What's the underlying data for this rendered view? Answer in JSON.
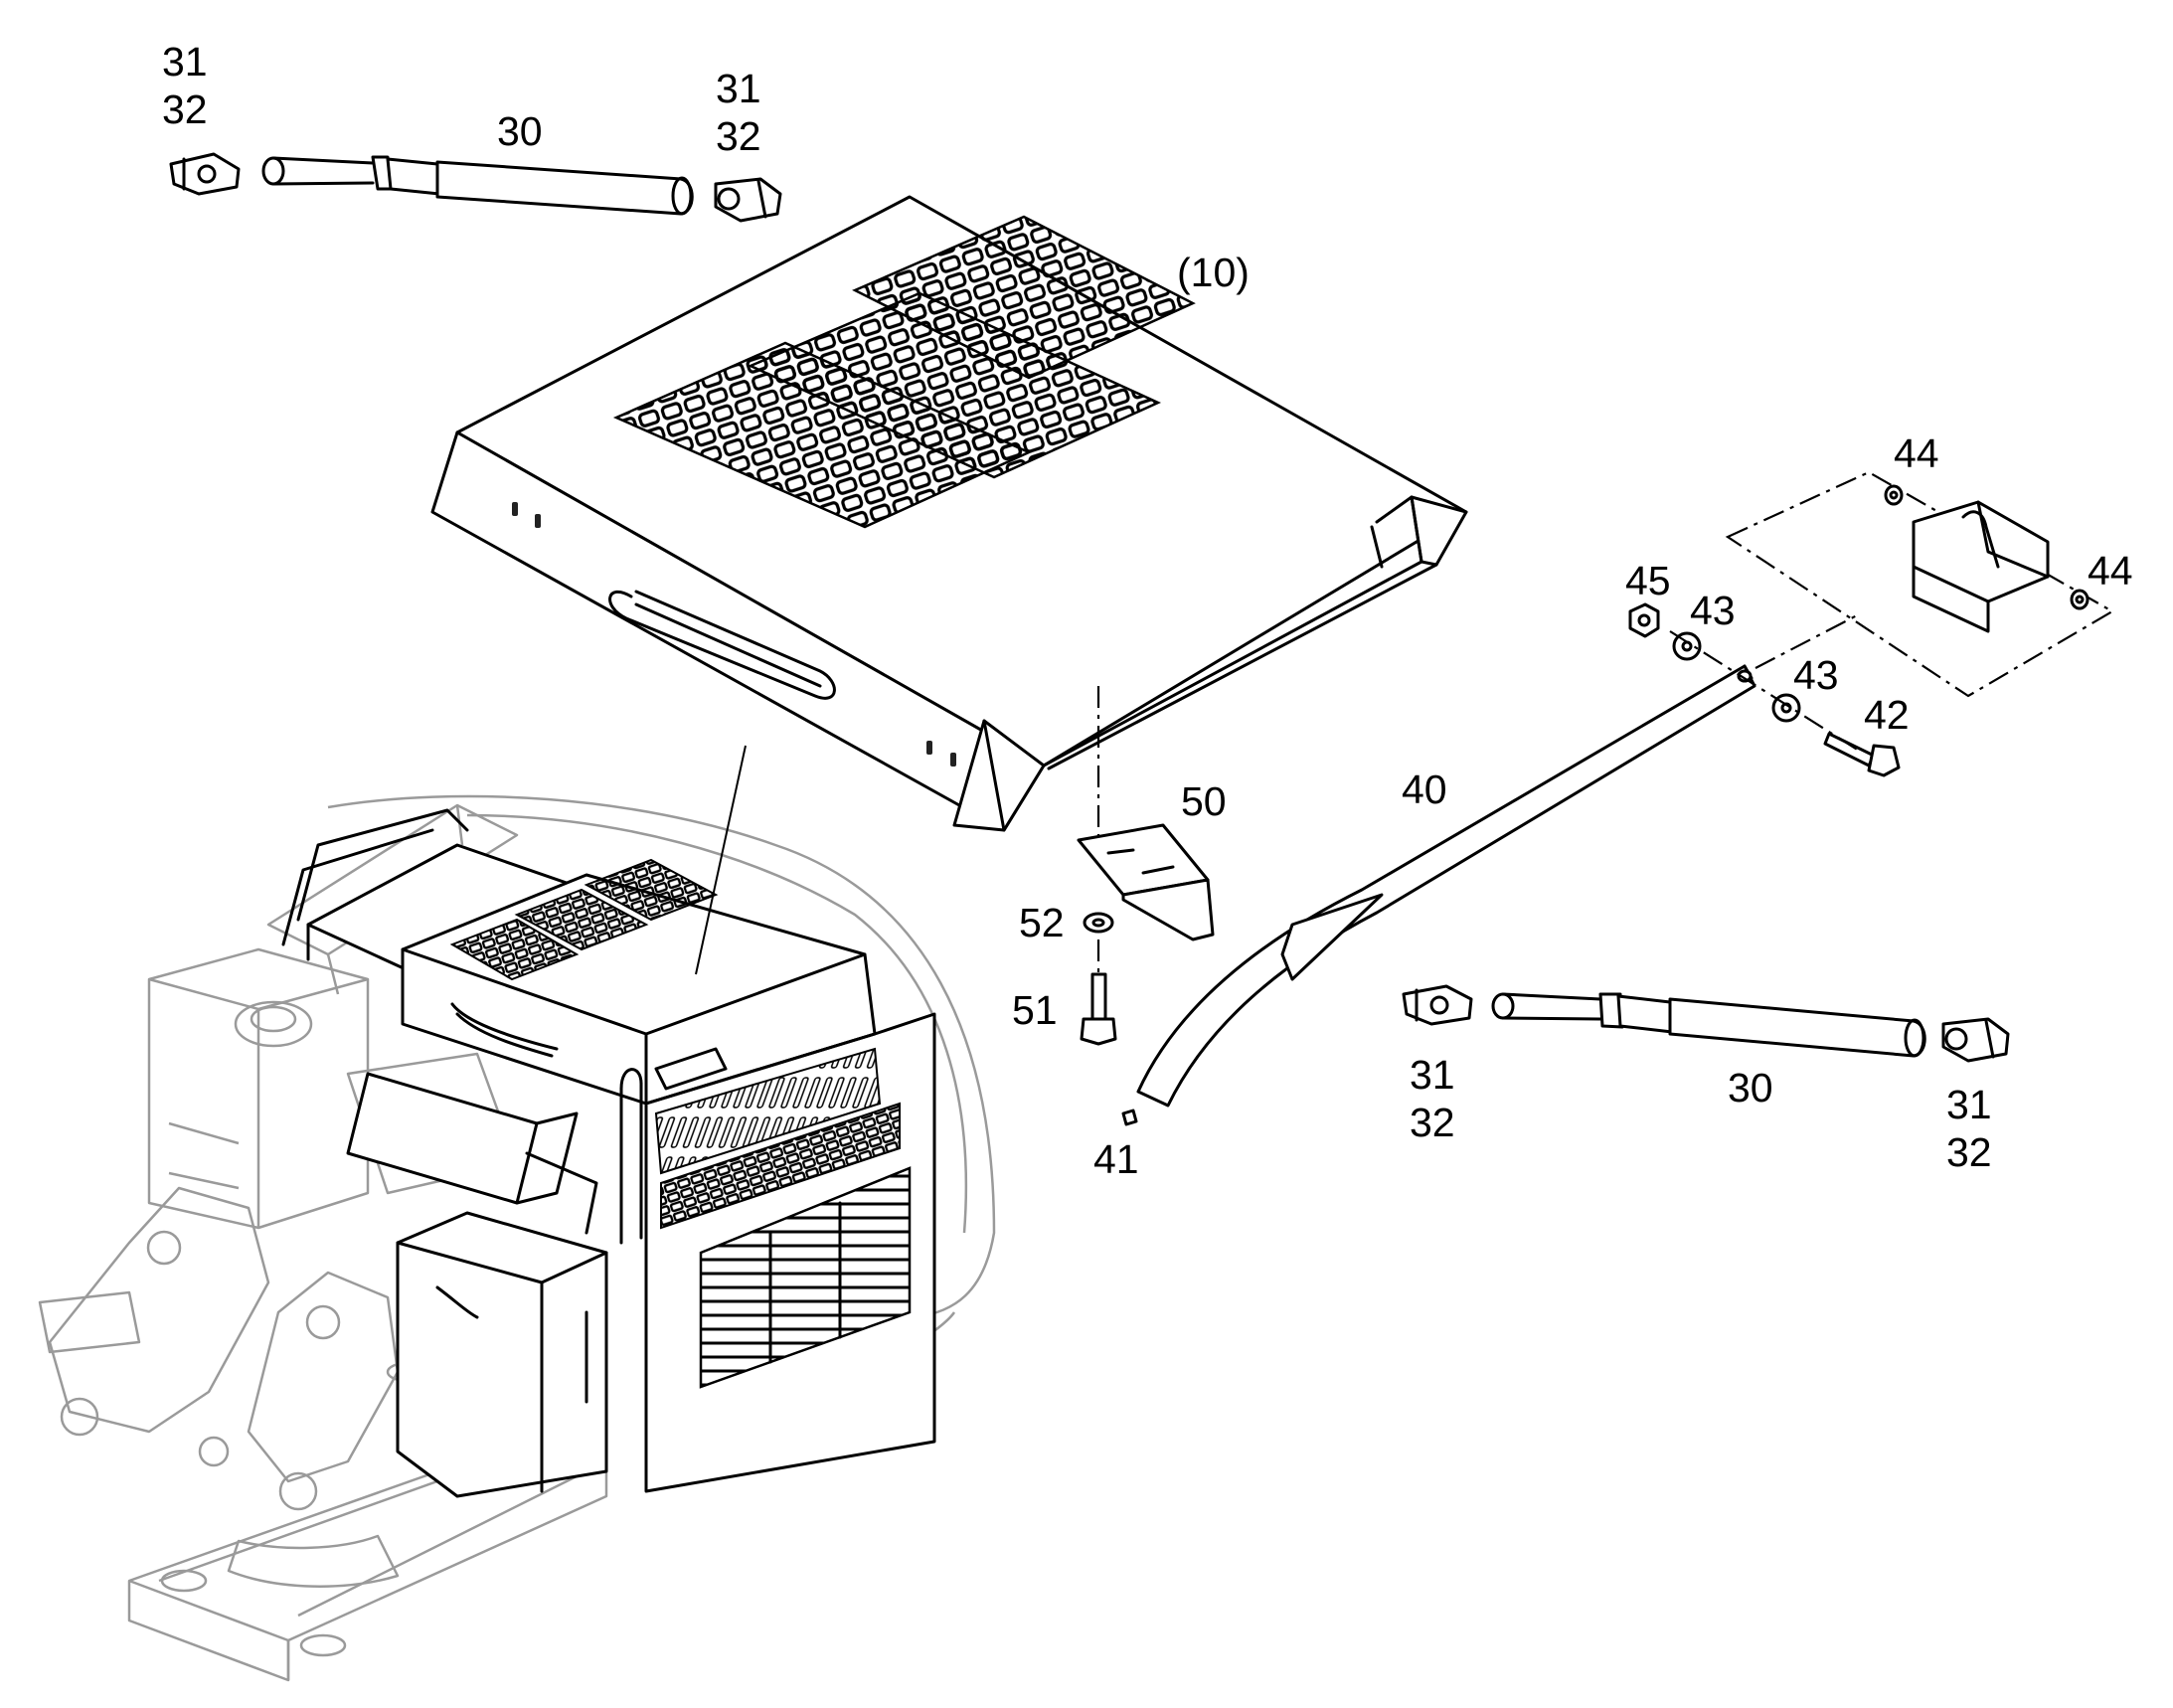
{
  "diagram": {
    "labels": {
      "cover_ref": "(10)",
      "p30_top": "30",
      "p31_tl": "31",
      "p32_tl": "32",
      "p31_tr": "31",
      "p32_tr": "32",
      "p44_a": "44",
      "p44_b": "44",
      "p45": "45",
      "p43_a": "43",
      "p43_b": "43",
      "p42": "42",
      "p40": "40",
      "p50": "50",
      "p52": "52",
      "p51": "51",
      "p41": "41",
      "p31_bl": "31",
      "p32_bl": "32",
      "p30_bottom": "30",
      "p31_br": "31",
      "p32_br": "32"
    }
  }
}
